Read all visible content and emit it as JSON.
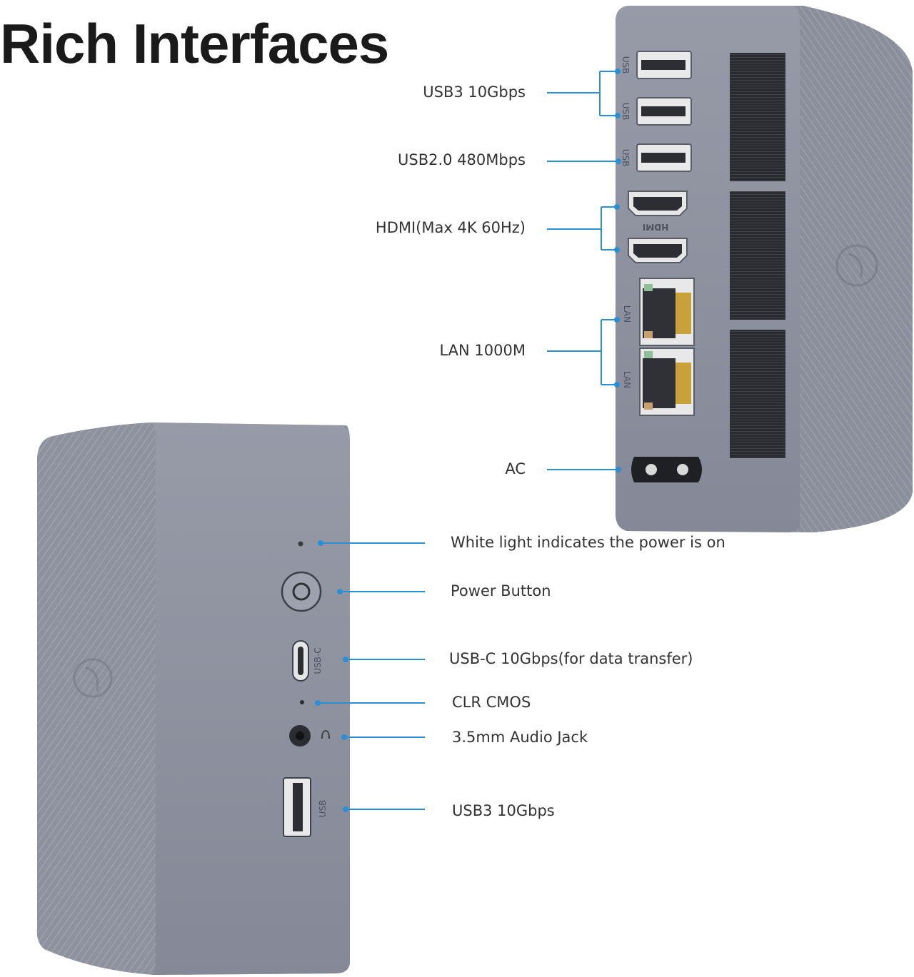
{
  "headline": "Rich Interfaces",
  "colors": {
    "leader": "#2a8fd4",
    "chassis": "#8c909e",
    "chassis_dark": "#6f7381",
    "background": "#ffffff"
  },
  "back_panel": {
    "ports": [
      {
        "label": "USB3 10Gbps",
        "icon": "usb-a-port-icon",
        "count": 2,
        "tags": [
          "USB",
          "USB"
        ]
      },
      {
        "label": "USB2.0 480Mbps",
        "icon": "usb-a-port-icon",
        "count": 1,
        "tags": [
          "USB"
        ]
      },
      {
        "label": "HDMI(Max 4K 60Hz)",
        "icon": "hdmi-port-icon",
        "count": 2,
        "tags": [
          "HDMI"
        ]
      },
      {
        "label": "LAN 1000M",
        "icon": "ethernet-port-icon",
        "count": 2,
        "tags": [
          "LAN",
          "LAN"
        ]
      },
      {
        "label": "AC",
        "icon": "ac-power-inlet-icon",
        "count": 1,
        "tags": []
      }
    ]
  },
  "front_panel": {
    "ports": [
      {
        "label": "White light indicates the power is on",
        "icon": "power-led-icon",
        "tags": []
      },
      {
        "label": "Power Button",
        "icon": "power-button-icon",
        "tags": []
      },
      {
        "label": "USB-C 10Gbps(for data transfer)",
        "icon": "usb-c-port-icon",
        "tags": [
          "USB-C"
        ]
      },
      {
        "label": "CLR CMOS",
        "icon": "clr-cmos-pinhole-icon",
        "tags": []
      },
      {
        "label": "3.5mm Audio Jack",
        "icon": "audio-jack-icon",
        "tags": []
      },
      {
        "label": "USB3 10Gbps",
        "icon": "usb-a-port-icon",
        "tags": [
          "USB"
        ]
      }
    ]
  }
}
